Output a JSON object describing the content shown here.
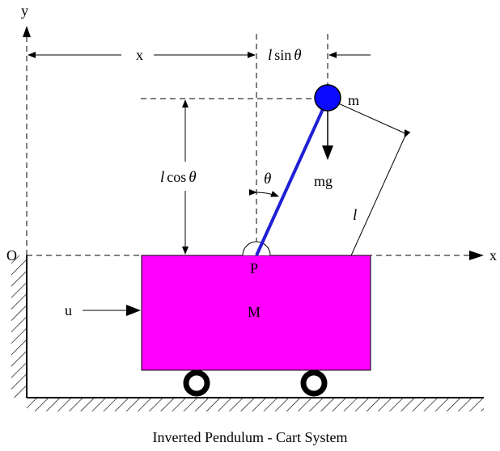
{
  "labels": {
    "y_axis": "y",
    "x_axis": "x",
    "origin": "O",
    "x_distance": "x",
    "l_sin": "l",
    "sin": "sin",
    "theta_sin": "θ",
    "l_cos": "l",
    "cos": "cos",
    "theta_cos": "θ",
    "theta": "θ",
    "mass_m": "m",
    "gravity": "mg",
    "length": "l",
    "pivot": "P",
    "cart_mass": "M",
    "input": "u"
  },
  "caption": "Inverted Pendulum - Cart System",
  "colors": {
    "cart": "#ff00ff",
    "rod": "#1f1fd6",
    "bob": "#0a0aff",
    "line": "#000000"
  }
}
